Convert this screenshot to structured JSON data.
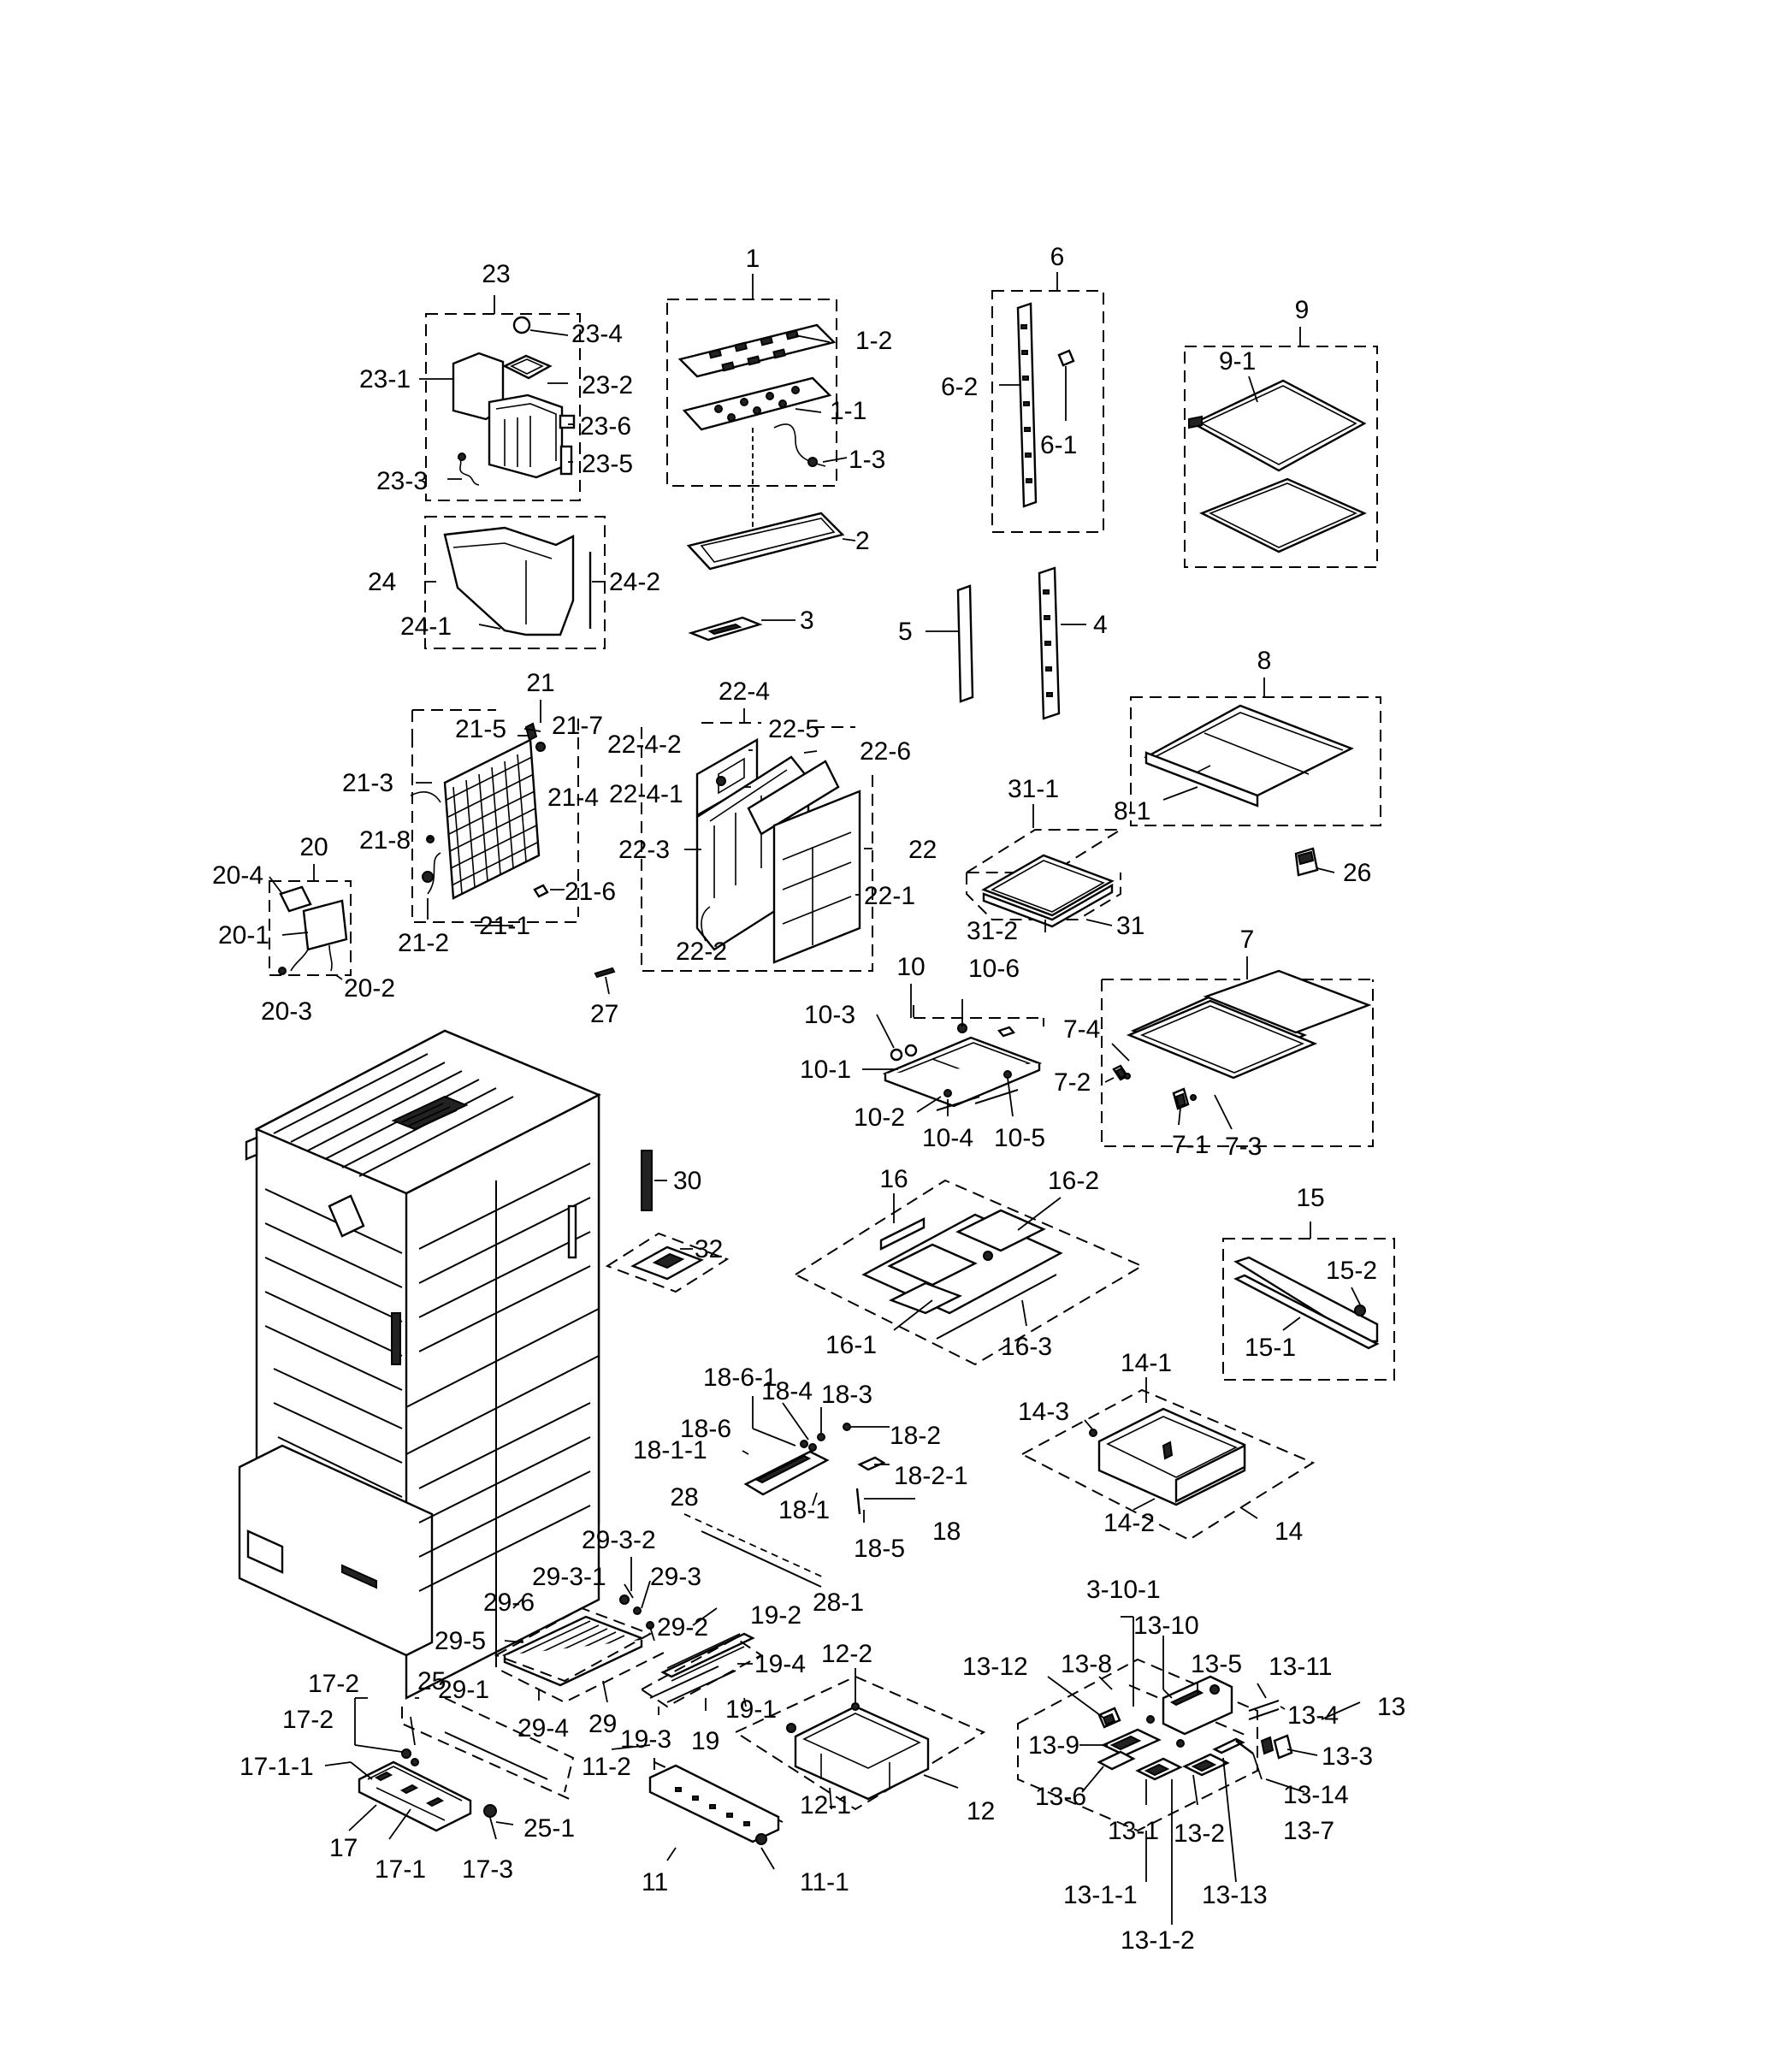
{
  "labels": {
    "g23": "23",
    "p23_4": "23-4",
    "p23_1": "23-1",
    "p23_2": "23-2",
    "p23_6": "23-6",
    "p23_5": "23-5",
    "p23_3": "23-3",
    "p24": "24",
    "p24_1": "24-1",
    "p24_2": "24-2",
    "g1": "1",
    "p1_2": "1-2",
    "p1_1": "1-1",
    "p1_3": "1-3",
    "p2": "2",
    "p3": "3",
    "g6": "6",
    "p6_2": "6-2",
    "p6_1": "6-1",
    "p5": "5",
    "p4": "4",
    "g9": "9",
    "p9_1": "9-1",
    "g8": "8",
    "p8_1": "8-1",
    "p26": "26",
    "g21": "21",
    "p21_5": "21-5",
    "p21_7": "21-7",
    "p21_3": "21-3",
    "p21_4": "21-4",
    "p21_8": "21-8",
    "p21_6": "21-6",
    "p21_1": "21-1",
    "p21_2": "21-2",
    "g22_4": "22-4",
    "p22_4_2": "22-4-2",
    "p22_5": "22-5",
    "p22_6": "22-6",
    "p22_4_1": "22-4-1",
    "p22_3": "22-3",
    "g22": "22",
    "p22_1": "22-1",
    "p22_2": "22-2",
    "g20": "20",
    "p20_4": "20-4",
    "p20_1": "20-1",
    "p20_2": "20-2",
    "p20_3": "20-3",
    "p27": "27",
    "g31_1": "31-1",
    "p31_2": "31-2",
    "g31": "31",
    "g10": "10",
    "p10_6": "10-6",
    "p10_3": "10-3",
    "p10_1": "10-1",
    "p10_2": "10-2",
    "p10_4": "10-4",
    "p10_5": "10-5",
    "g7": "7",
    "p7_4": "7-4",
    "p7_2": "7-2",
    "p7_1": "7-1",
    "p7_3": "7-3",
    "p30": "30",
    "p32": "32",
    "g16": "16",
    "p16_2": "16-2",
    "p16_1": "16-1",
    "p16_3": "16-3",
    "g15": "15",
    "p15_2": "15-2",
    "p15_1": "15-1",
    "p18_6_1": "18-6-1",
    "p18_6": "18-6",
    "p18_4": "18-4",
    "p18_3": "18-3",
    "p18_2": "18-2",
    "p18_1_1": "18-1-1",
    "p18_2_1": "18-2-1",
    "p18_1": "18-1",
    "g18": "18",
    "p18_5": "18-5",
    "g14_1": "14-1",
    "p14_3": "14-3",
    "p14_2": "14-2",
    "g14": "14",
    "g28": "28",
    "p29_3_2": "29-3-2",
    "p29_3_1": "29-3-1",
    "p29_3": "29-3",
    "p29_6": "29-6",
    "p28_1": "28-1",
    "p19_2": "19-2",
    "p29_2": "29-2",
    "p29_5": "29-5",
    "p19_4": "19-4",
    "g12_2": "12-2",
    "p29_1": "29-1",
    "p17_2a": "17-2",
    "g25": "25",
    "p17_2b": "17-2",
    "p29_4": "29-4",
    "g29": "29",
    "p19_3": "19-3",
    "g19": "19",
    "p19_1": "19-1",
    "p17_1_1": "17-1-1",
    "p11_2": "11-2",
    "p12_1": "12-1",
    "g12": "12",
    "g17": "17",
    "p25_1": "25-1",
    "p17_1": "17-1",
    "p17_3": "17-3",
    "g11": "11",
    "p11_1": "11-1",
    "p3_10_1": "3-10-1",
    "p13_10": "13-10",
    "p13_12": "13-12",
    "p13_8": "13-8",
    "p13_5": "13-5",
    "p13_11": "13-11",
    "p13_4": "13-4",
    "g13": "13",
    "p13_9": "13-9",
    "p13_3": "13-3",
    "p13_6": "13-6",
    "p13_14": "13-14",
    "p13_7": "13-7",
    "p13_1": "13-1",
    "p13_2": "13-2",
    "p13_1_1": "13-1-1",
    "p13_13": "13-13",
    "p13_1_2": "13-1-2"
  }
}
